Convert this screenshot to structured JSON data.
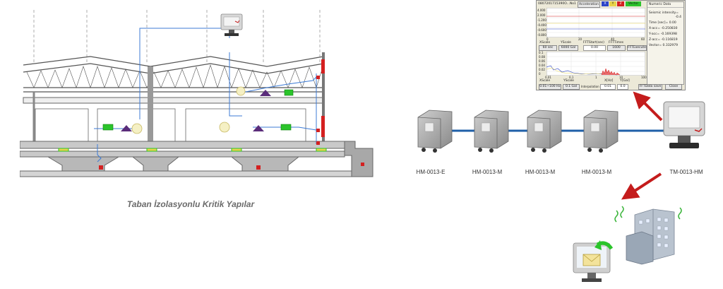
{
  "caption": "Taban İzolasyonlu Kritik Yapılar",
  "devices": [
    {
      "label": "HM-0013-E"
    },
    {
      "label": "HM-0013-M"
    },
    {
      "label": "HM-0013-M"
    },
    {
      "label": "HM-0013-M"
    }
  ],
  "terminal": {
    "label": "TM-0013-HM"
  },
  "software_window": {
    "title": "0807201715390O...No1",
    "acceleration_button": "Acceleration",
    "channel_buttons": [
      "X",
      "Y",
      "Z",
      "Vector"
    ],
    "numeric_tab": "Numeric Data",
    "numeric_lines": [
      "Seismic intensity=",
      "-0.4",
      "Time [sec]= 0.00",
      "X-acc= -0.250830",
      "Y-acc= -0.169398",
      "Z-acc= -0.116819",
      "Vector= 0.332979"
    ],
    "y_ticks_top": [
      "4.000",
      "2.000",
      "-1.200",
      "-0.400",
      "-0.600",
      "-0.800"
    ],
    "x_ticks_top": [
      "0",
      "20",
      "40",
      "60"
    ],
    "xscale_label": "XScale",
    "yscale_label": "YScale",
    "fft_start_label": "FFTStart(sec)",
    "fft_times_label": "FFTTimes",
    "xscale_value": "60 sec",
    "yscale_value": "6000 Gal",
    "fft_start_value": "0.00",
    "fft_times_value": "1600",
    "fft_execute": "FFTExecute",
    "y_ticks_bottom": [
      "0.1",
      "0.08",
      "0.06",
      "0.04",
      "0.02",
      "0"
    ],
    "x_ticks_bottom": [
      "0.01",
      "0.1",
      "1",
      "10",
      "100"
    ],
    "xscale_bottom_value": "0.01~100 Hz",
    "yscale_bottom_value": "0.1 Gal",
    "hz_label": "X[Hz]",
    "y_gal_label": "Y[Gal]",
    "hz_value": "0.01",
    "gal_value": "0.0",
    "fft_save": "FFTData save",
    "close": "Close",
    "interpolation_label": "Interpolation"
  },
  "colors": {
    "link": "#1f5fa8",
    "arrow": "#c41c1c",
    "green": "#2bc42b",
    "purple": "#5a2c7a",
    "red_marker": "#d42020"
  },
  "icons": [
    "computer-monitor-icon",
    "seismic-sensor-icon",
    "building-icon",
    "email-icon"
  ]
}
